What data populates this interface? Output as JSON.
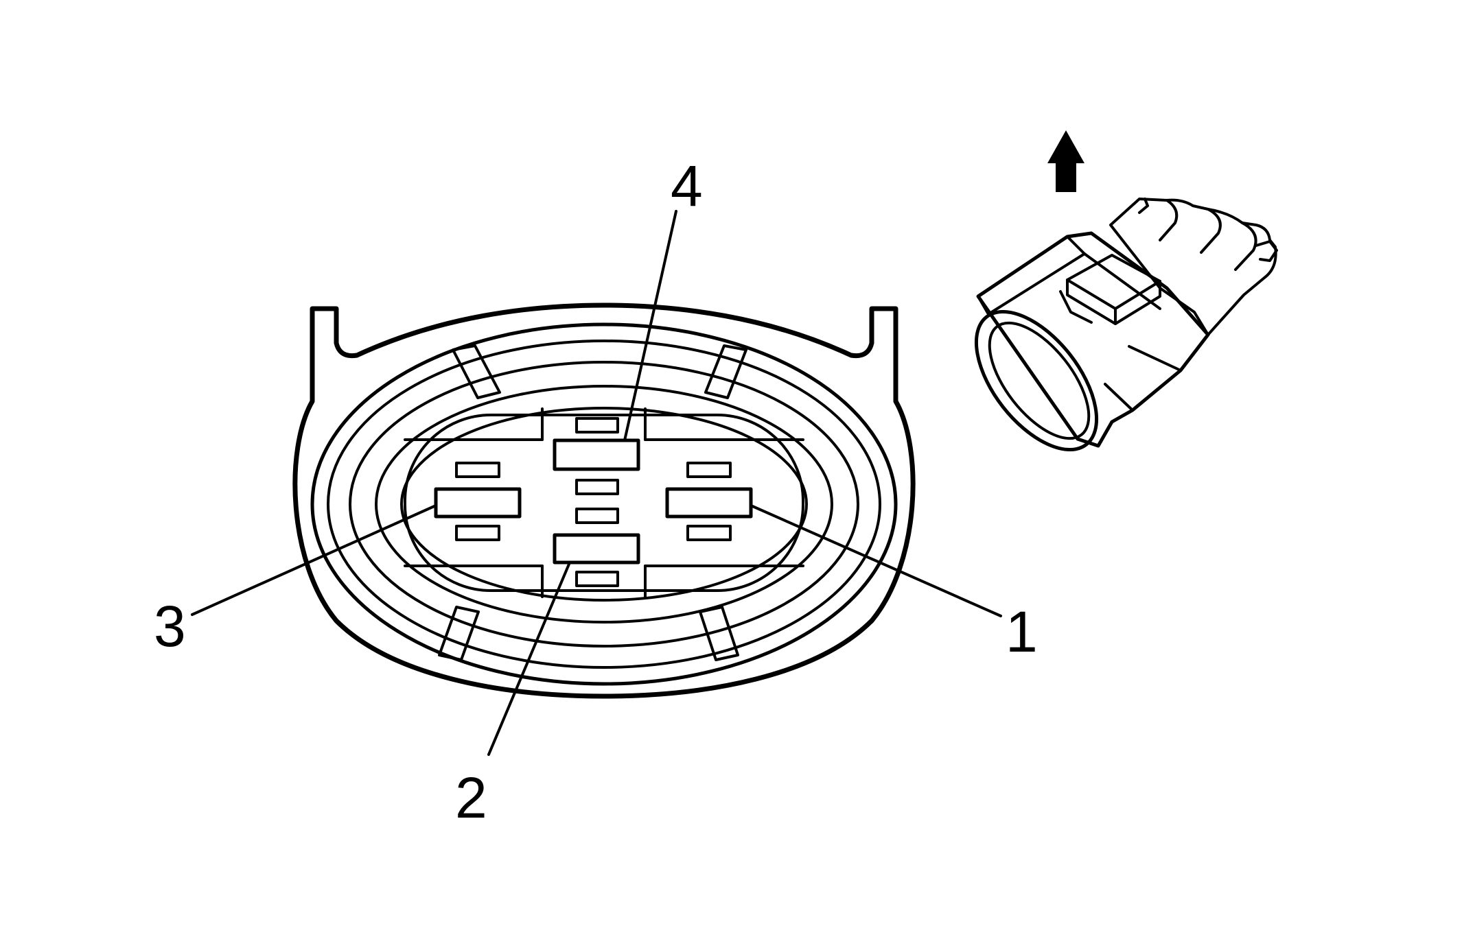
{
  "figure": {
    "background": "#ffffff",
    "line_color": "#000000",
    "view_arrow_icon": "up-arrow-icon"
  },
  "pins": [
    {
      "label": "1"
    },
    {
      "label": "2"
    },
    {
      "label": "3"
    },
    {
      "label": "4"
    }
  ]
}
